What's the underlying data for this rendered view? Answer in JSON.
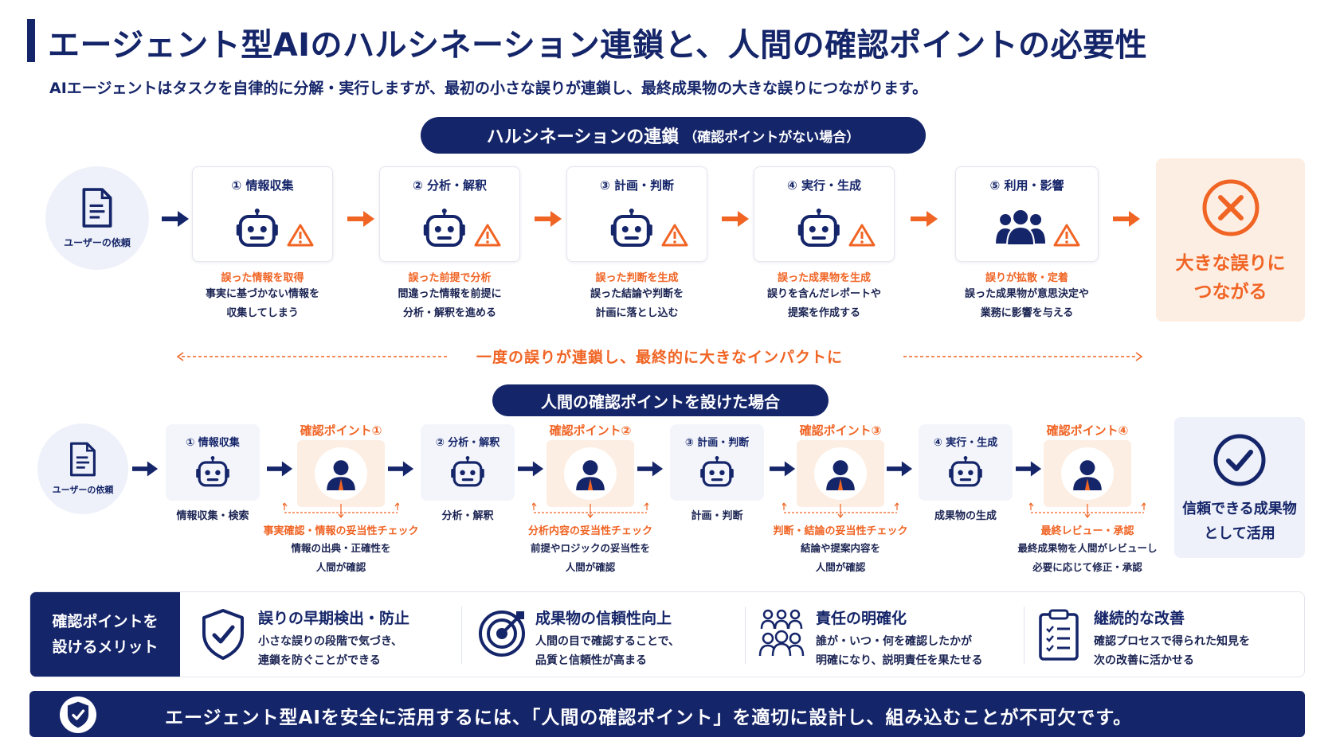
{
  "header": {
    "title": "エージェント型AIのハルシネーション連鎖と、人間の確認ポイントの必要性",
    "subtitle": "AIエージェントはタスクを自律的に分解・実行しますが、最初の小さな誤りが連鎖し、最終成果物の大きな誤りにつながります。"
  },
  "top": {
    "pill_main": "ハルシネーションの連鎖",
    "pill_sub": "（確認ポイントがない場合）",
    "user_label": "ユーザーの依頼",
    "steps": [
      {
        "title": "① 情報収集",
        "err": "誤った情報を取得",
        "line1": "事実に基づかない情報を",
        "line2": "収集してしまう",
        "icon": "robot-icon"
      },
      {
        "title": "② 分析・解釈",
        "err": "誤った前提で分析",
        "line1": "間違った情報を前提に",
        "line2": "分析・解釈を進める",
        "icon": "robot-icon"
      },
      {
        "title": "③ 計画・判断",
        "err": "誤った判断を生成",
        "line1": "誤った結論や判断を",
        "line2": "計画に落とし込む",
        "icon": "robot-icon"
      },
      {
        "title": "④ 実行・生成",
        "err": "誤った成果物を生成",
        "line1": "誤りを含んだレポートや",
        "line2": "提案を作成する",
        "icon": "robot-icon"
      },
      {
        "title": "⑤ 利用・影響",
        "err": "誤りが拡散・定着",
        "line1": "誤った成果物が意思決定や",
        "line2": "業務に影響を与える",
        "icon": "people-icon"
      }
    ],
    "result_line1": "大きな誤りに",
    "result_line2": "つながる",
    "impact_text": "一度の誤りが連鎖し、最終的に大きなインパクトに"
  },
  "bottom": {
    "pill": "人間の確認ポイントを設けた場合",
    "user_label": "ユーザーの依頼",
    "stages": [
      {
        "title": "① 情報収集",
        "label": "情報収集・検索"
      },
      {
        "title": "② 分析・解釈",
        "label": "分析・解釈"
      },
      {
        "title": "③ 計画・判断",
        "label": "計画・判断"
      },
      {
        "title": "④ 実行・生成",
        "label": "成果物の生成"
      }
    ],
    "checkpoints": [
      {
        "title": "確認ポイント①",
        "check": "事実確認・情報の妥当性チェック",
        "line1": "情報の出典・正確性を",
        "line2": "人間が確認"
      },
      {
        "title": "確認ポイント②",
        "check": "分析内容の妥当性チェック",
        "line1": "前提やロジックの妥当性を",
        "line2": "人間が確認"
      },
      {
        "title": "確認ポイント③",
        "check": "判断・結論の妥当性チェック",
        "line1": "結論や提案内容を",
        "line2": "人間が確認"
      },
      {
        "title": "確認ポイント④",
        "check": "最終レビュー・承認",
        "line1": "最終成果物を人間がレビューし",
        "line2": "必要に応じて修正・承認"
      }
    ],
    "result_line1": "信頼できる成果物",
    "result_line2": "として活用"
  },
  "merits": {
    "head_line1": "確認ポイントを",
    "head_line2": "設けるメリット",
    "items": [
      {
        "title": "誤りの早期検出・防止",
        "line1": "小さな誤りの段階で気づき、",
        "line2": "連鎖を防ぐことができる"
      },
      {
        "title": "成果物の信頼性向上",
        "line1": "人間の目で確認することで、",
        "line2": "品質と信頼性が高まる"
      },
      {
        "title": "責任の明確化",
        "line1": "誰が・いつ・何を確認したかが",
        "line2": "明確になり、説明責任を果たせる"
      },
      {
        "title": "継続的な改善",
        "line1": "確認プロセスで得られた知見を",
        "line2": "次の改善に活かせる"
      }
    ]
  },
  "footer": {
    "text": "エージェント型AIを安全に活用するには、「人間の確認ポイント」を適切に設計し、組み込むことが不可欠です。"
  },
  "colors": {
    "navy": "#152569",
    "orange": "#f06424",
    "peach": "#fdeee3",
    "light": "#eef1f9"
  }
}
